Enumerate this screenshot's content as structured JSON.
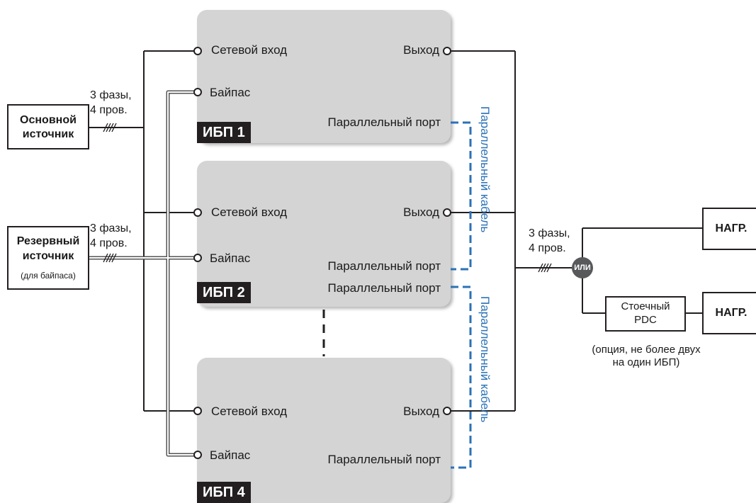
{
  "colors": {
    "ups_fill": "#d4d4d5",
    "cable_blue": "#2b72b6",
    "line": "#231f20",
    "or_node": "#58595b"
  },
  "sources": {
    "main_line1": "Основной",
    "main_line2": "источник",
    "reserve_line1": "Резервный",
    "reserve_line2": "источник",
    "reserve_note": "(для байпаса)"
  },
  "wiring": {
    "phases": "3 фазы,",
    "wires": "4 пров."
  },
  "ups_units": [
    {
      "tag": "ИБП 1",
      "mains_in": "Сетевой вход",
      "output": "Выход",
      "bypass": "Байпас",
      "parallel_port": "Параллельный порт"
    },
    {
      "tag": "ИБП 2",
      "mains_in": "Сетевой вход",
      "output": "Выход",
      "bypass": "Байпас",
      "parallel_port_top": "Параллельный порт",
      "parallel_port_bottom": "Параллельный порт"
    },
    {
      "tag": "ИБП 4",
      "mains_in": "Сетевой вход",
      "output": "Выход",
      "bypass": "Байпас",
      "parallel_port": "Параллельный порт"
    }
  ],
  "parallel_cable_label": "Параллельный кабель",
  "or_label": "ИЛИ",
  "loads": {
    "load_label": "НАГР.",
    "pdc_line1": "Стоечный",
    "pdc_line2": "PDC",
    "pdc_note_line1": "(опция, не более двух",
    "pdc_note_line2": "на один ИБП)"
  }
}
